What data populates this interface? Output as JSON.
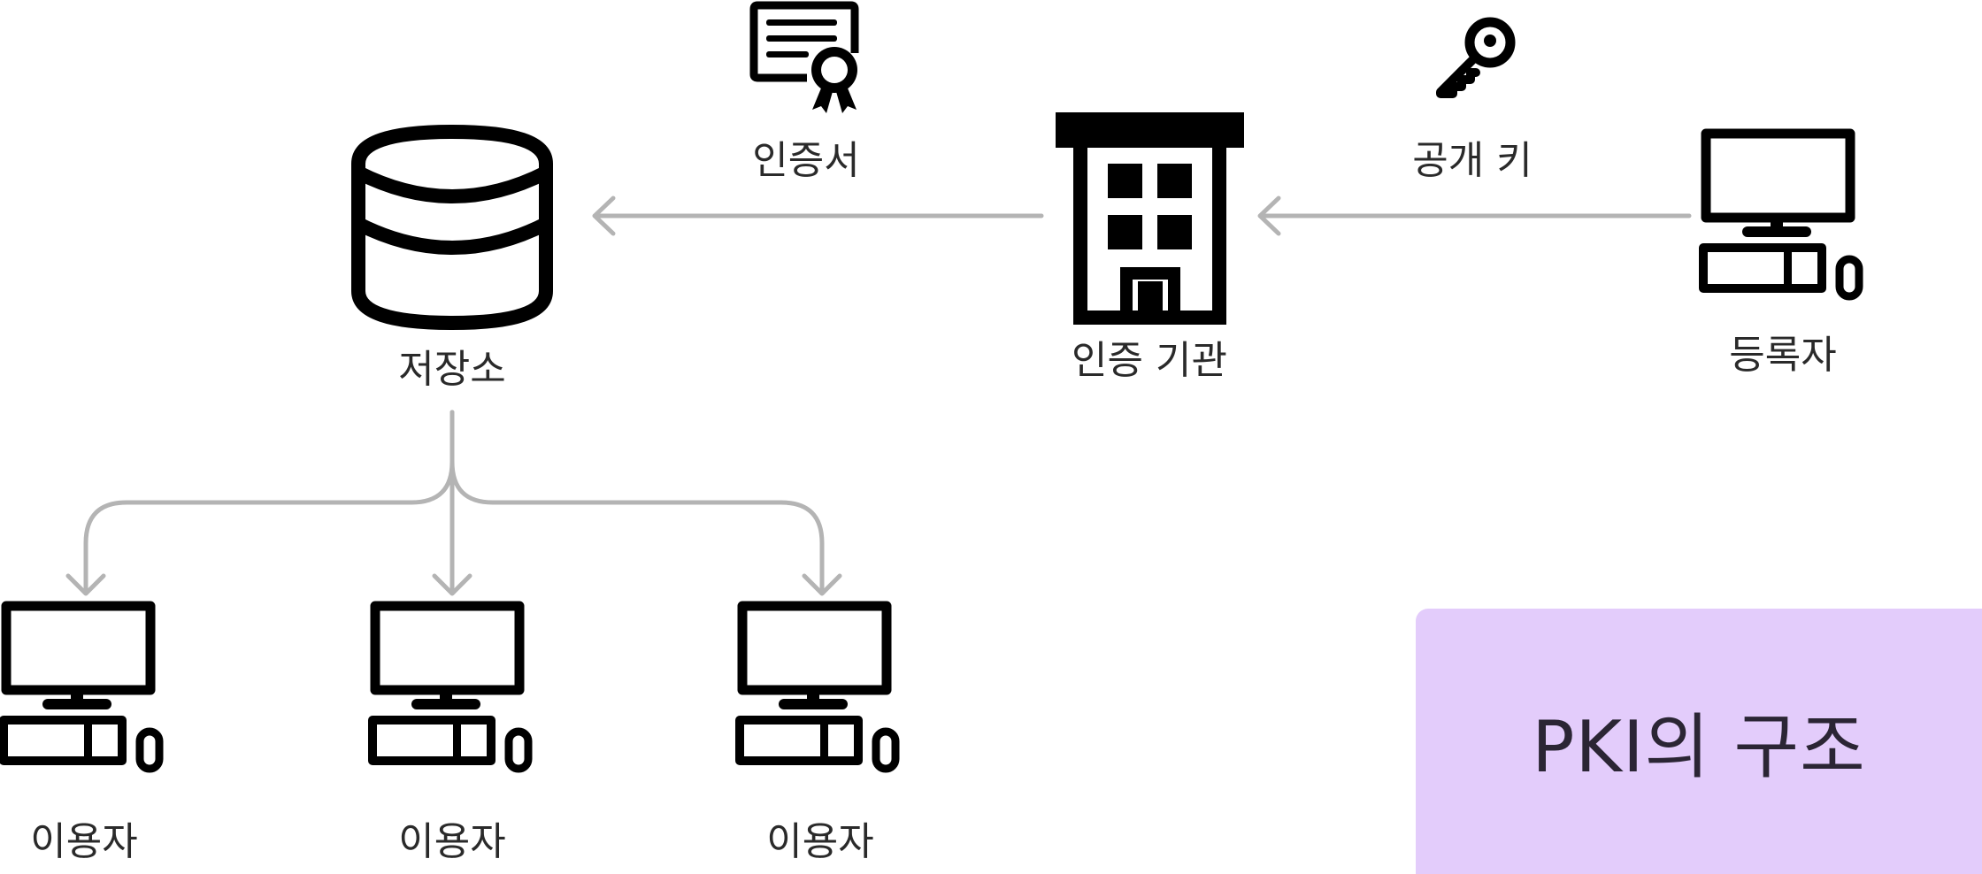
{
  "title": "PKI의 구조",
  "nodes": {
    "certificate": "인증서",
    "repository": "저장소",
    "ca": "인증 기관",
    "public_key": "공개 키",
    "registrant": "등록자",
    "users": [
      "이용자",
      "이용자",
      "이용자"
    ]
  },
  "colors": {
    "icon": "#000000",
    "arrow": "#b4b4b4",
    "title_bg": "#e3ccfb",
    "title_text": "#2b2534"
  },
  "icons": {
    "certificate": "certificate-icon",
    "repository": "database-icon",
    "ca": "building-icon",
    "public_key": "key-icon",
    "registrant": "computer-icon",
    "users": "computer-icon"
  }
}
